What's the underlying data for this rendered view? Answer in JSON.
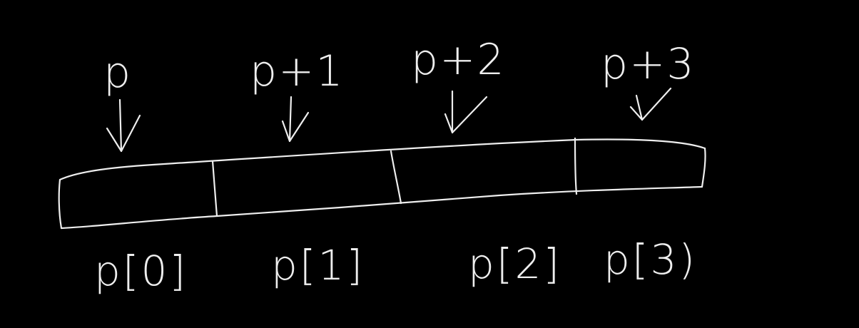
{
  "diagram": {
    "background_color": "#000000",
    "ink_color": "#eeeeee",
    "pointer_labels": [
      "p",
      "p+1",
      "p+2",
      "p+3"
    ],
    "element_labels": [
      "p[0]",
      "p[1]",
      "p[2]",
      "p[3)"
    ]
  }
}
